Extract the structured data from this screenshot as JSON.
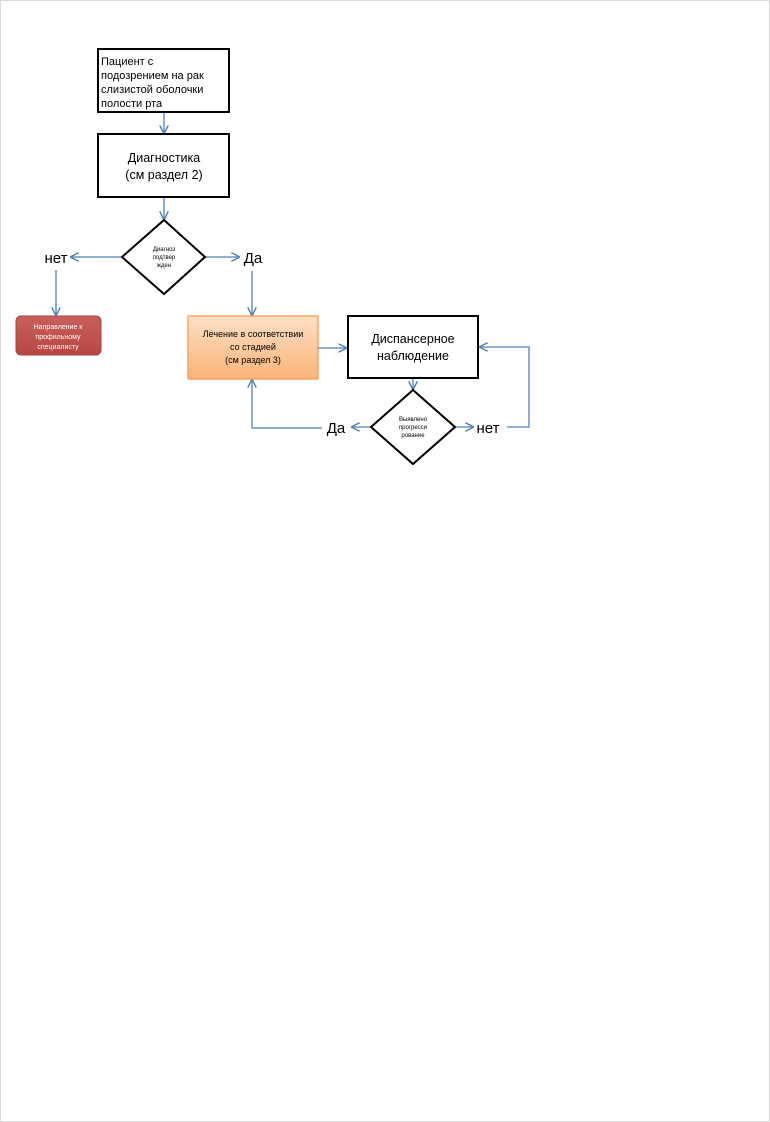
{
  "nodes": {
    "patient": [
      "Пациент с",
      "подозрением на рак",
      "слизистой оболочки",
      "полости рта"
    ],
    "diagnostics": [
      "Диагностика",
      "(см раздел 2)"
    ],
    "diagnosis_confirmed": [
      "Диагноз",
      "подтвер",
      "жден"
    ],
    "referral": [
      "Направление к",
      "профильному",
      "специалисту"
    ],
    "treatment": [
      "Лечение в соответствии",
      "со стадией",
      "(см раздел 3)"
    ],
    "followup": [
      "Диспансерное",
      "наблюдение"
    ],
    "progression_detected": [
      "Выявлено",
      "прогресси",
      "рование"
    ]
  },
  "labels": {
    "no_left": "нет",
    "yes_right": "Да",
    "yes_bottom": "Да",
    "no_bottom": "нет"
  },
  "colors": {
    "arrow": "#4f81bd",
    "referral_fill": "#c0504d",
    "treatment_fill": "#fac090",
    "treatment_border": "#f79646"
  }
}
